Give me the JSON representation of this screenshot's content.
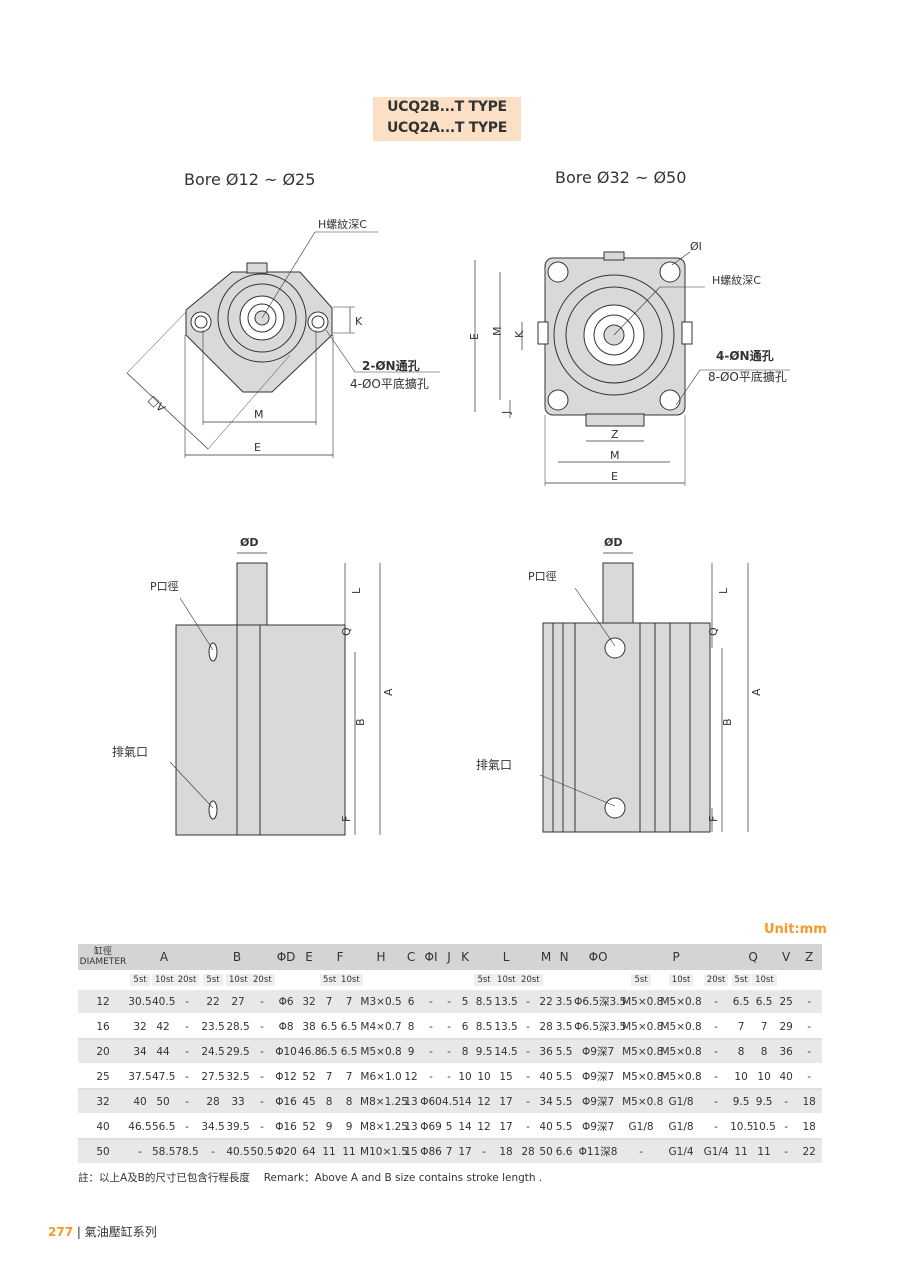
{
  "title": {
    "line1": "UCQ2B...T TYPE",
    "line2": "UCQ2A...T TYPE"
  },
  "drawings": {
    "bore_small": "Bore Ø12 ~ Ø25",
    "bore_large": "Bore Ø32 ~ Ø50",
    "top_left": {
      "thread": "H螺紋深C",
      "hole1": "2-ØN通孔",
      "hole2": "4-ØO平底擴孔",
      "K": "K",
      "M": "M",
      "E": "E",
      "V": "□V"
    },
    "top_right": {
      "I": "ØI",
      "thread": "H螺紋深C",
      "hole1": "4-ØN通孔",
      "hole2": "8-ØO平底擴孔",
      "E": "E",
      "M": "M",
      "K": "K",
      "J": "J",
      "Z": "Z",
      "M2": "M",
      "E2": "E"
    },
    "side": {
      "D": "ØD",
      "port": "P口徑",
      "exhaust": "排氣口",
      "L": "L",
      "Q": "Q",
      "A": "A",
      "B": "B",
      "F": "F"
    }
  },
  "table": {
    "unit": "Unit:mm",
    "diameter_zh": "缸徑",
    "diameter_en": "DIAMETER",
    "groups": [
      {
        "label": "A",
        "span": 3
      },
      {
        "label": "B",
        "span": 3
      },
      {
        "label": "ΦD",
        "span": 1
      },
      {
        "label": "E",
        "span": 1
      },
      {
        "label": "F",
        "span": 2
      },
      {
        "label": "H",
        "span": 1
      },
      {
        "label": "C",
        "span": 1
      },
      {
        "label": "ΦI",
        "span": 1
      },
      {
        "label": "J",
        "span": 1
      },
      {
        "label": "K",
        "span": 1
      },
      {
        "label": "L",
        "span": 3
      },
      {
        "label": "M",
        "span": 1
      },
      {
        "label": "N",
        "span": 1
      },
      {
        "label": "ΦO",
        "span": 1
      },
      {
        "label": "P",
        "span": 3
      },
      {
        "label": "Q",
        "span": 2
      },
      {
        "label": "V",
        "span": 1
      },
      {
        "label": "Z",
        "span": 1
      }
    ],
    "subheaders": [
      "",
      "5st",
      "10st",
      "20st",
      "5st",
      "10st",
      "20st",
      "",
      "",
      "5st",
      "10st",
      "",
      "",
      "",
      "",
      "",
      "5st",
      "10st",
      "20st",
      "",
      "",
      "",
      "5st",
      "10st",
      "20st",
      "5st",
      "10st",
      "",
      ""
    ],
    "rows": [
      [
        "12",
        "30.5",
        "40.5",
        "-",
        "22",
        "27",
        "-",
        "Φ6",
        "32",
        "7",
        "7",
        "M3×0.5",
        "6",
        "-",
        "-",
        "5",
        "8.5",
        "13.5",
        "-",
        "22",
        "3.5",
        "Φ6.5深3.5",
        "M5×0.8",
        "M5×0.8",
        "-",
        "6.5",
        "6.5",
        "25",
        "-"
      ],
      [
        "16",
        "32",
        "42",
        "-",
        "23.5",
        "28.5",
        "-",
        "Φ8",
        "38",
        "6.5",
        "6.5",
        "M4×0.7",
        "8",
        "-",
        "-",
        "6",
        "8.5",
        "13.5",
        "-",
        "28",
        "3.5",
        "Φ6.5深3.5",
        "M5×0.8",
        "M5×0.8",
        "-",
        "7",
        "7",
        "29",
        "-"
      ],
      [
        "20",
        "34",
        "44",
        "-",
        "24.5",
        "29.5",
        "-",
        "Φ10",
        "46.8",
        "6.5",
        "6.5",
        "M5×0.8",
        "9",
        "-",
        "-",
        "8",
        "9.5",
        "14.5",
        "-",
        "36",
        "5.5",
        "Φ9深7",
        "M5×0.8",
        "M5×0.8",
        "-",
        "8",
        "8",
        "36",
        "-"
      ],
      [
        "25",
        "37.5",
        "47.5",
        "-",
        "27.5",
        "32.5",
        "-",
        "Φ12",
        "52",
        "7",
        "7",
        "M6×1.0",
        "12",
        "-",
        "-",
        "10",
        "10",
        "15",
        "-",
        "40",
        "5.5",
        "Φ9深7",
        "M5×0.8",
        "M5×0.8",
        "-",
        "10",
        "10",
        "40",
        "-"
      ],
      [
        "32",
        "40",
        "50",
        "-",
        "28",
        "33",
        "-",
        "Φ16",
        "45",
        "8",
        "8",
        "M8×1.25",
        "13",
        "Φ60",
        "4.5",
        "14",
        "12",
        "17",
        "-",
        "34",
        "5.5",
        "Φ9深7",
        "M5×0.8",
        "G1/8",
        "-",
        "9.5",
        "9.5",
        "-",
        "18"
      ],
      [
        "40",
        "46.5",
        "56.5",
        "-",
        "34.5",
        "39.5",
        "-",
        "Φ16",
        "52",
        "9",
        "9",
        "M8×1.25",
        "13",
        "Φ69",
        "5",
        "14",
        "12",
        "17",
        "-",
        "40",
        "5.5",
        "Φ9深7",
        "G1/8",
        "G1/8",
        "-",
        "10.5",
        "10.5",
        "-",
        "18"
      ],
      [
        "50",
        "-",
        "58.5",
        "78.5",
        "-",
        "40.5",
        "50.5",
        "Φ20",
        "64",
        "11",
        "11",
        "M10×1.5",
        "15",
        "Φ86",
        "7",
        "17",
        "-",
        "18",
        "28",
        "50",
        "6.6",
        "Φ11深8",
        "-",
        "G1/4",
        "G1/4",
        "11",
        "11",
        "-",
        "22"
      ]
    ],
    "remark": "註：以上A及B的尺寸已包含行程長度　 Remark：Above A and B size contains stroke length ."
  },
  "footer": {
    "page": "277",
    "section": "氣油壓缸系列"
  },
  "colors": {
    "accent": "#f39a2b",
    "title_bg": "#fce0c6",
    "body_fill": "#d9d9d9"
  }
}
